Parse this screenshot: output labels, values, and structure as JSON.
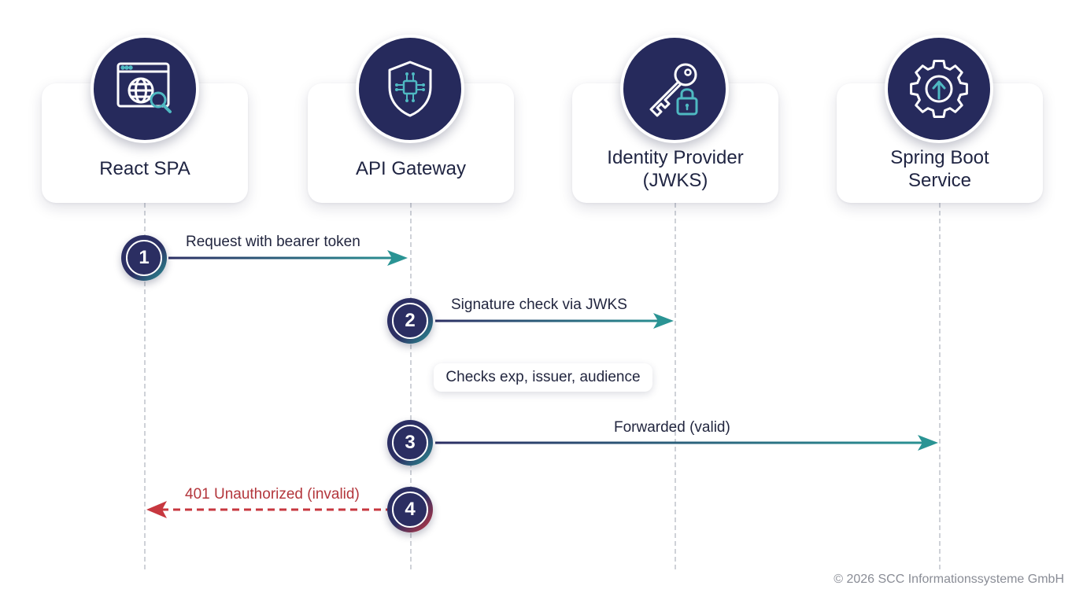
{
  "actors": [
    {
      "label": "React SPA",
      "icon": "browser-globe-search-icon"
    },
    {
      "label": "API Gateway",
      "icon": "shield-chip-icon"
    },
    {
      "label": "Identity Provider\n(JWKS)",
      "icon": "key-lock-icon"
    },
    {
      "label": "Spring Boot\nService",
      "icon": "gear-upload-icon"
    }
  ],
  "messages": [
    {
      "step": "1",
      "label": "Request with bearer token"
    },
    {
      "step": "2",
      "label": "Signature check via JWKS"
    },
    {
      "step": "3",
      "label": "Forwarded (valid)"
    },
    {
      "step": "4",
      "label": "401 Unauthorized (invalid)"
    }
  ],
  "note": "Checks exp, issuer, audience",
  "footer": "© 2026 SCC Informationssysteme GmbH",
  "colors": {
    "navy": "#262a5c",
    "teal": "#2a9494",
    "error_red": "#c7373f",
    "lifeline": "#cfd2d8"
  }
}
